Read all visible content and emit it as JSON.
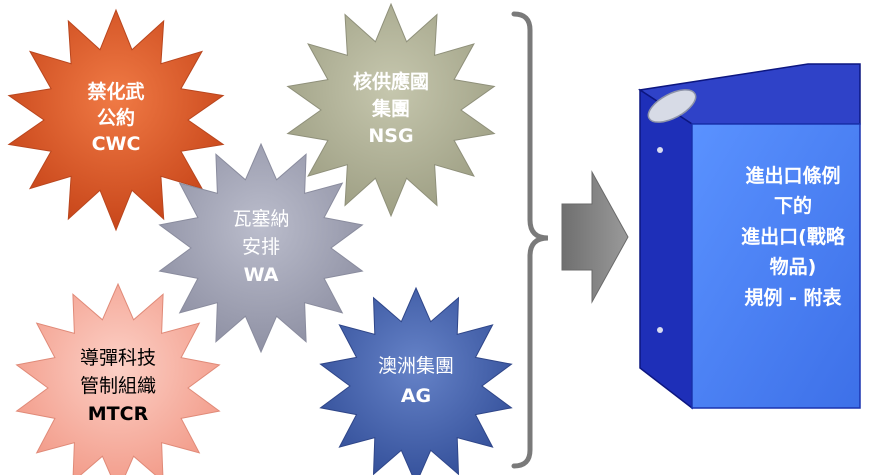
{
  "regimes": [
    {
      "id": "cwc",
      "lines": [
        "禁化武",
        "公約",
        "CWC"
      ],
      "fill": "#e05a26",
      "text_color": "#ffffff"
    },
    {
      "id": "nsg",
      "lines": [
        "核供應國",
        "集團",
        "NSG"
      ],
      "fill": "#b3b49a",
      "text_color": "#ffffff"
    },
    {
      "id": "wa",
      "lines": [
        "瓦塞納",
        "安排",
        "WA"
      ],
      "fill": "#a7a9ba",
      "text_color": "#ffffff"
    },
    {
      "id": "mtcr",
      "lines": [
        "導彈科技",
        "管制組織",
        "MTCR"
      ],
      "fill": "#f7b4a6",
      "text_color": "#000000"
    },
    {
      "id": "ag",
      "lines": [
        "澳洲集團",
        "AG"
      ],
      "fill": "#4a67b0",
      "text_color": "#ffffff"
    }
  ],
  "binder": {
    "lines": [
      "進出口條例",
      "下的",
      "進出口(戰略",
      "物品)",
      "規例 - 附表"
    ],
    "front_color": "#4f86f7",
    "spine_color": "#1e2fb8",
    "text_color": "#ffffff"
  },
  "brace_color": "#7a7a7a",
  "arrow_color": "#808080"
}
